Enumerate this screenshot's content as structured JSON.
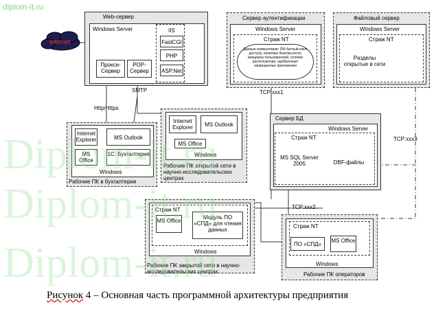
{
  "site_watermark": "diplom-it.ru",
  "watermark_text": "Diplom-it.ru",
  "caption": {
    "prefix": "Рисунок",
    "rest": " 4 – Основная часть программной архитектуры предприятия"
  },
  "internet_label": "Internet",
  "web_server": {
    "title": "Web-сервер",
    "os": "Windows Server",
    "proxy": "Прокси-Сервер",
    "pop": "POP-Сервер",
    "iis": "IIS",
    "fastcgi": "FastCGI",
    "php": "PHP",
    "aspnet": "ASP.Net"
  },
  "auth_server": {
    "title": "Сервер аутентификации",
    "os": "Windows Server",
    "guard": "Страж NT",
    "data": "Данные компьютеров: 256-битный ключ доступа, политика безопасности, инициалы пользователей, сетевое расположение, одобренные/запрещенные приложения"
  },
  "file_server": {
    "title": "Файловый сервер",
    "os": "Windows Server",
    "guard": "Страж NT",
    "shares": "Разделы открытые в сети"
  },
  "accounting": {
    "ie": "Internet Explorer",
    "outlook": "MS Outlook",
    "office": "MS Office",
    "onec": "1С: Бухгалтерия",
    "os": "Windows",
    "label": "Рабочие ПК в бухгалтерии"
  },
  "open_net": {
    "ie": "Internet Explorer",
    "outlook": "MS Outlook",
    "office": "MS Office",
    "os": "Windows",
    "label": "Рабочие ПК открытой сети в научно-исследовательских центрах"
  },
  "db_server": {
    "title": "Сервер БД",
    "os": "Windows Server",
    "guard": "Страж NT",
    "sql": "MS SQL Server 2005",
    "dbf": "DBF-файлы"
  },
  "closed_net": {
    "guard": "Страж NT",
    "office": "MS Office",
    "module": "Модуль ПО «СПД» для чтения данных",
    "os": "Windows",
    "label": "Рабочие ПК закрытой сети в научно-исследовательских центрах"
  },
  "operators": {
    "guard": "Страж NT",
    "spd": "ПО «СПД»",
    "office": "MS Office",
    "os": "Windows",
    "label": "Рабочие ПК операторов"
  },
  "links": {
    "smtp": "SMTP",
    "http": "Http/Https",
    "tcp1": "TCP:xxx1",
    "tcp2": "TCP:xxx2",
    "tcp3": "TCP:xxx3"
  }
}
